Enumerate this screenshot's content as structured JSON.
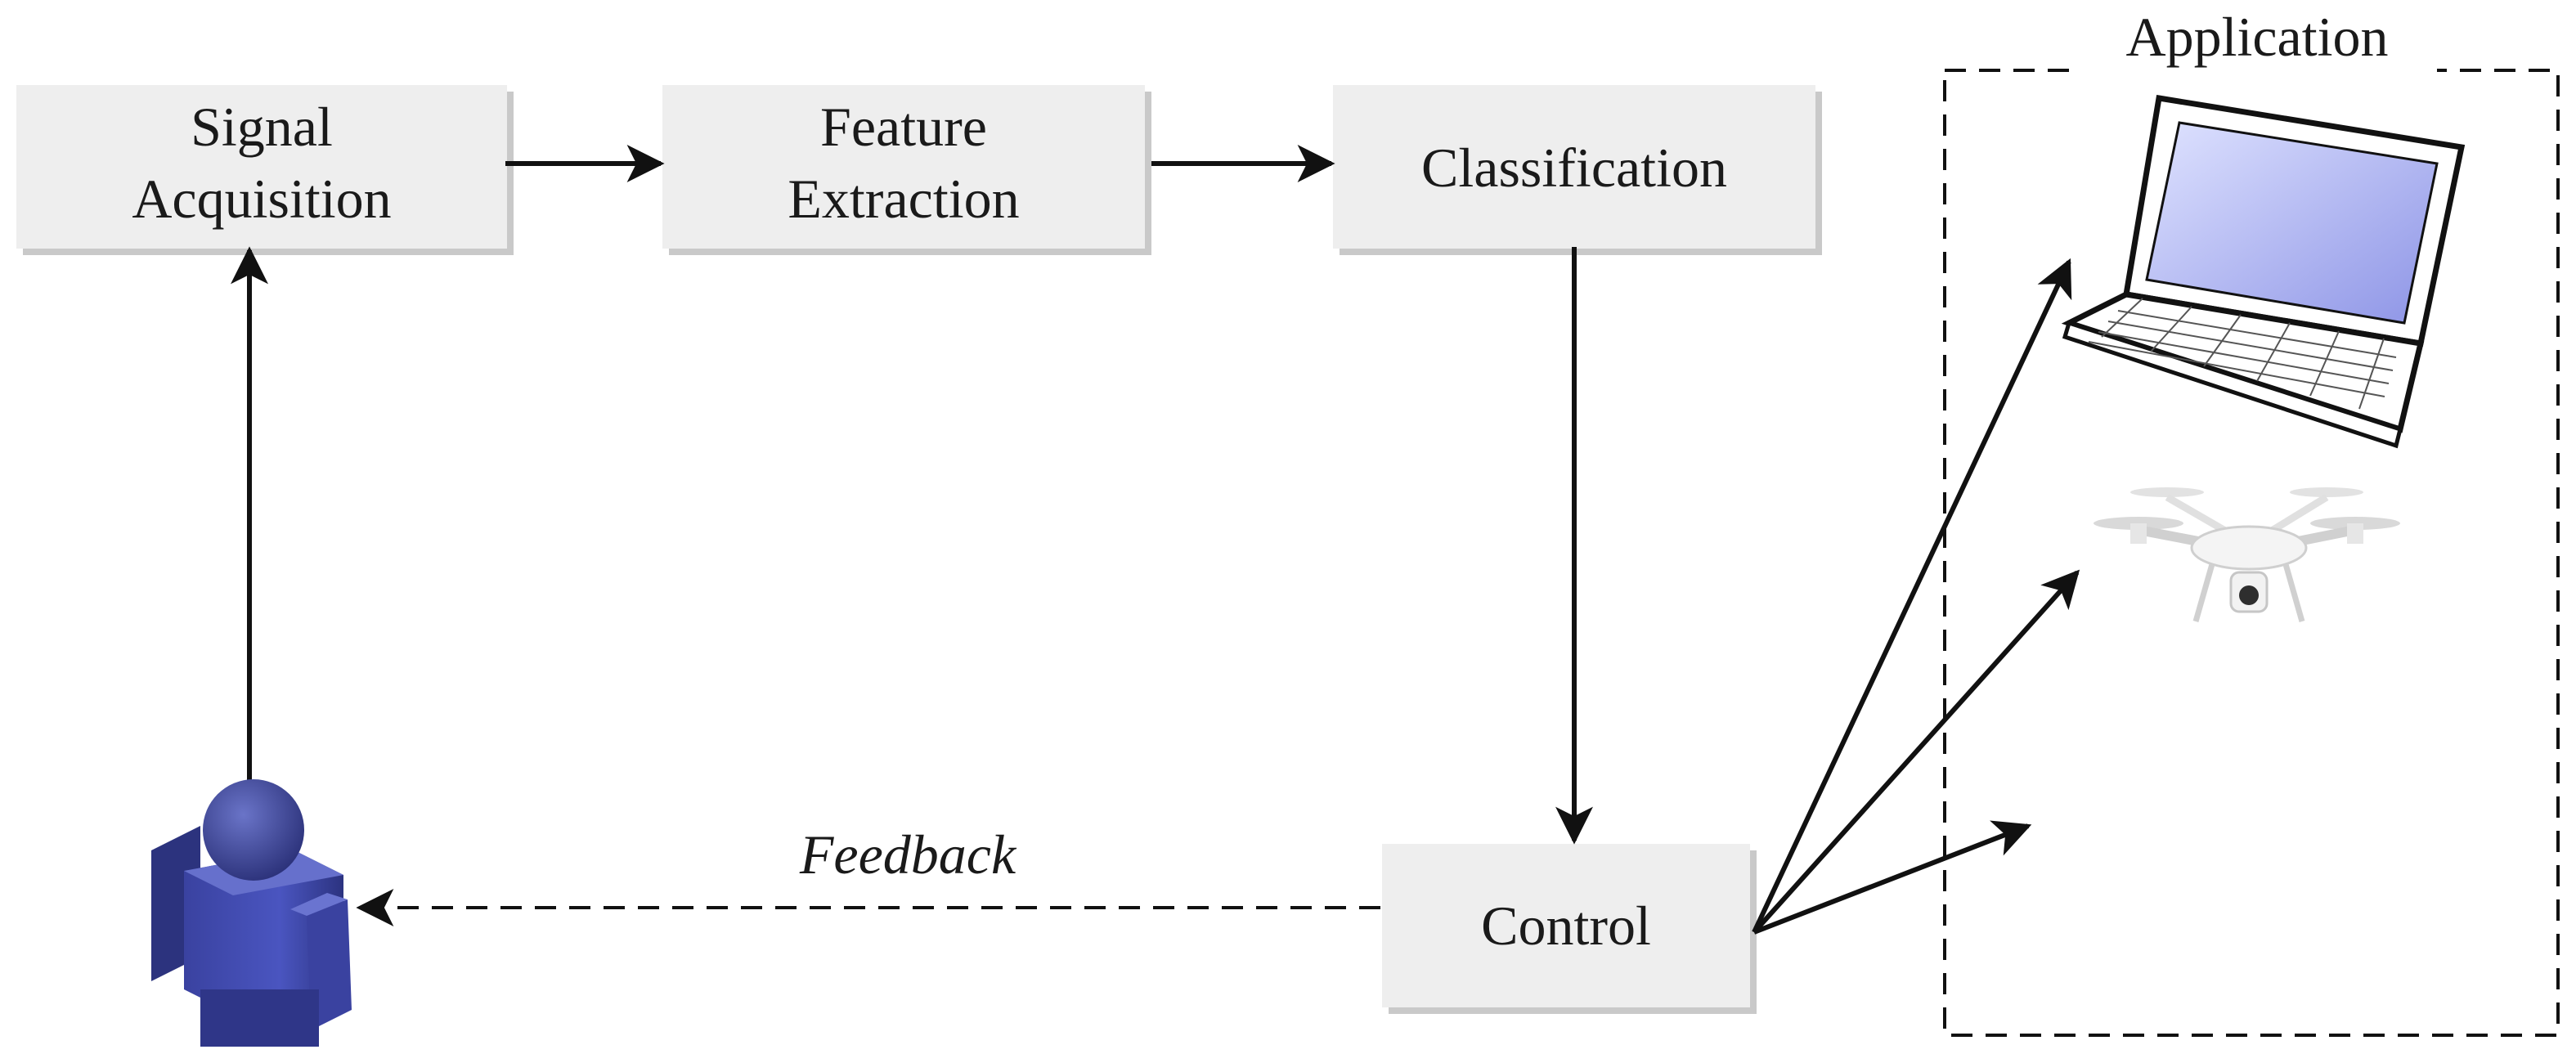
{
  "nodes": {
    "signal_acquisition": {
      "line1": "Signal",
      "line2": "Acquisition"
    },
    "feature_extraction": {
      "line1": "Feature",
      "line2": "Extraction"
    },
    "classification": {
      "label": "Classification"
    },
    "control": {
      "label": "Control"
    },
    "application": {
      "label": "Application"
    }
  },
  "edges": {
    "feedback": {
      "label": "Feedback"
    }
  },
  "icons": {
    "user": "user-icon",
    "laptop": "laptop-icon",
    "drone": "drone-icon"
  },
  "colors": {
    "box_fill": "#eeeeee",
    "user_blue": "#3f47a8",
    "line": "#111111"
  }
}
